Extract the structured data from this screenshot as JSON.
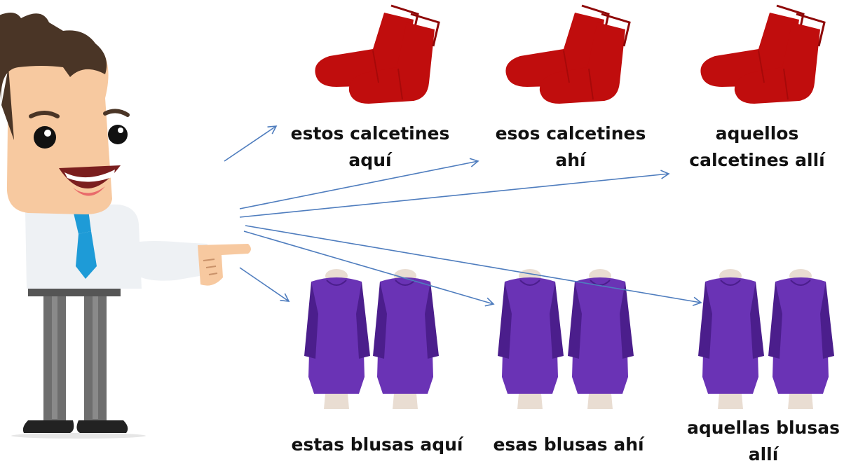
{
  "colors": {
    "arrow": "#4F7DBE",
    "sock": "#C00D0D",
    "sock_shadow": "#8E0606",
    "blouse": "#6A33B5",
    "blouse_shadow": "#4B1E8C",
    "mannequin": "#E9DDD2",
    "skin": "#F7C9A0",
    "hair": "#4A3526",
    "tie": "#1E9BD7",
    "shirt": "#EEF1F4",
    "pants": "#6E6E6E"
  },
  "icons": {
    "person": "cartoon-businessman-pointing",
    "sock": "red-socks-pair",
    "blouse": "purple-blouse-pair"
  },
  "socks": [
    {
      "label": "estos calcetines aquí"
    },
    {
      "label": "esos calcetines ahí"
    },
    {
      "label": "aquellos calcetines allí"
    }
  ],
  "blouses": [
    {
      "label": "estas blusas aquí"
    },
    {
      "label": "esas blusas ahí"
    },
    {
      "label": "aquellas blusas allí"
    }
  ]
}
